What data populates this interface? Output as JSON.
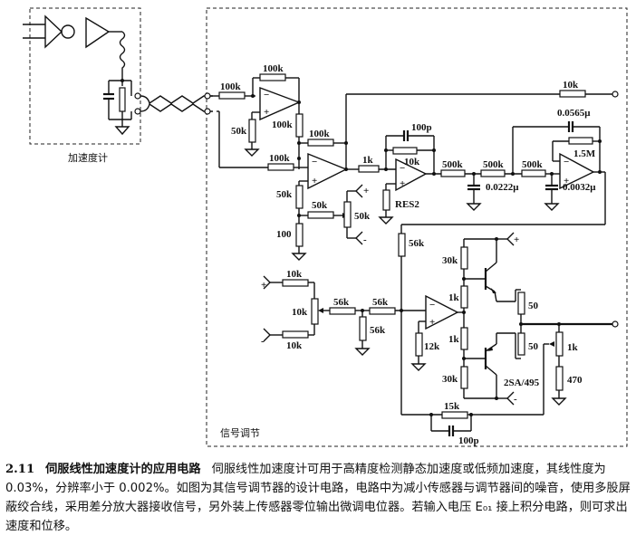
{
  "figure": {
    "accelerometer_box_label": "加速度计",
    "signal_conditioning_box_label": "信号调节",
    "components": {
      "r_in_top": "100k",
      "r_fb_top": "100k",
      "r_bias_top": "50k",
      "r_out_top": "100k",
      "r_sum": "100k",
      "r_in_bottom": "100k",
      "r_bias_bottom": "50k",
      "r_ground": "100",
      "r_trim": "50k",
      "pot_trim": "50k",
      "r_series": "1k",
      "c_fb2": "100p",
      "r_fb2": "10k",
      "res2_label": "RES2",
      "r_out_long": "10k",
      "r_f1": "500k",
      "r_f2": "500k",
      "r_f3": "500k",
      "c_f1": "0.0222μ",
      "c_f2": "0.0032μ",
      "c_fb3": "0.0565μ",
      "r_fb3": "1.5M",
      "r_56k_vertical": "56k",
      "r_zero_top": "10k",
      "pot_zero": "10k",
      "r_zero_bottom": "10k",
      "r_56k_a": "56k",
      "r_56k_b": "56k",
      "r_56k_c": "56k",
      "r_12k": "12k",
      "r_30k_top": "30k",
      "r_1k_a": "1k",
      "r_1k_b": "1k",
      "r_30k_bottom": "30k",
      "r_50_top": "50",
      "r_50_bottom": "50",
      "pot_1k": "1k",
      "r_470": "470",
      "transistor": "2SA/495",
      "r_15k": "15k",
      "c_100p_bottom": "100p"
    },
    "supply_labels": {
      "plus": "+",
      "minus": "-"
    },
    "opamp_pins": {
      "inv": "−",
      "noninv": "+"
    }
  },
  "caption": {
    "number": "2.11",
    "title": "伺服线性加速度计的应用电路",
    "body": "伺服线性加速度计可用于高精度检测静态加速度或低频加速度，其线性度为 0.03%，分辨率小于 0.002%。如图为其信号调节器的设计电路，电路中为减小传感器与调节器间的噪音，使用多股屏蔽绞合线，采用差分放大器接收信号，另外装上传感器零位输出微调电位器。若输入电压 E₀₁ 接上积分电路，则可求出速度和位移。"
  }
}
